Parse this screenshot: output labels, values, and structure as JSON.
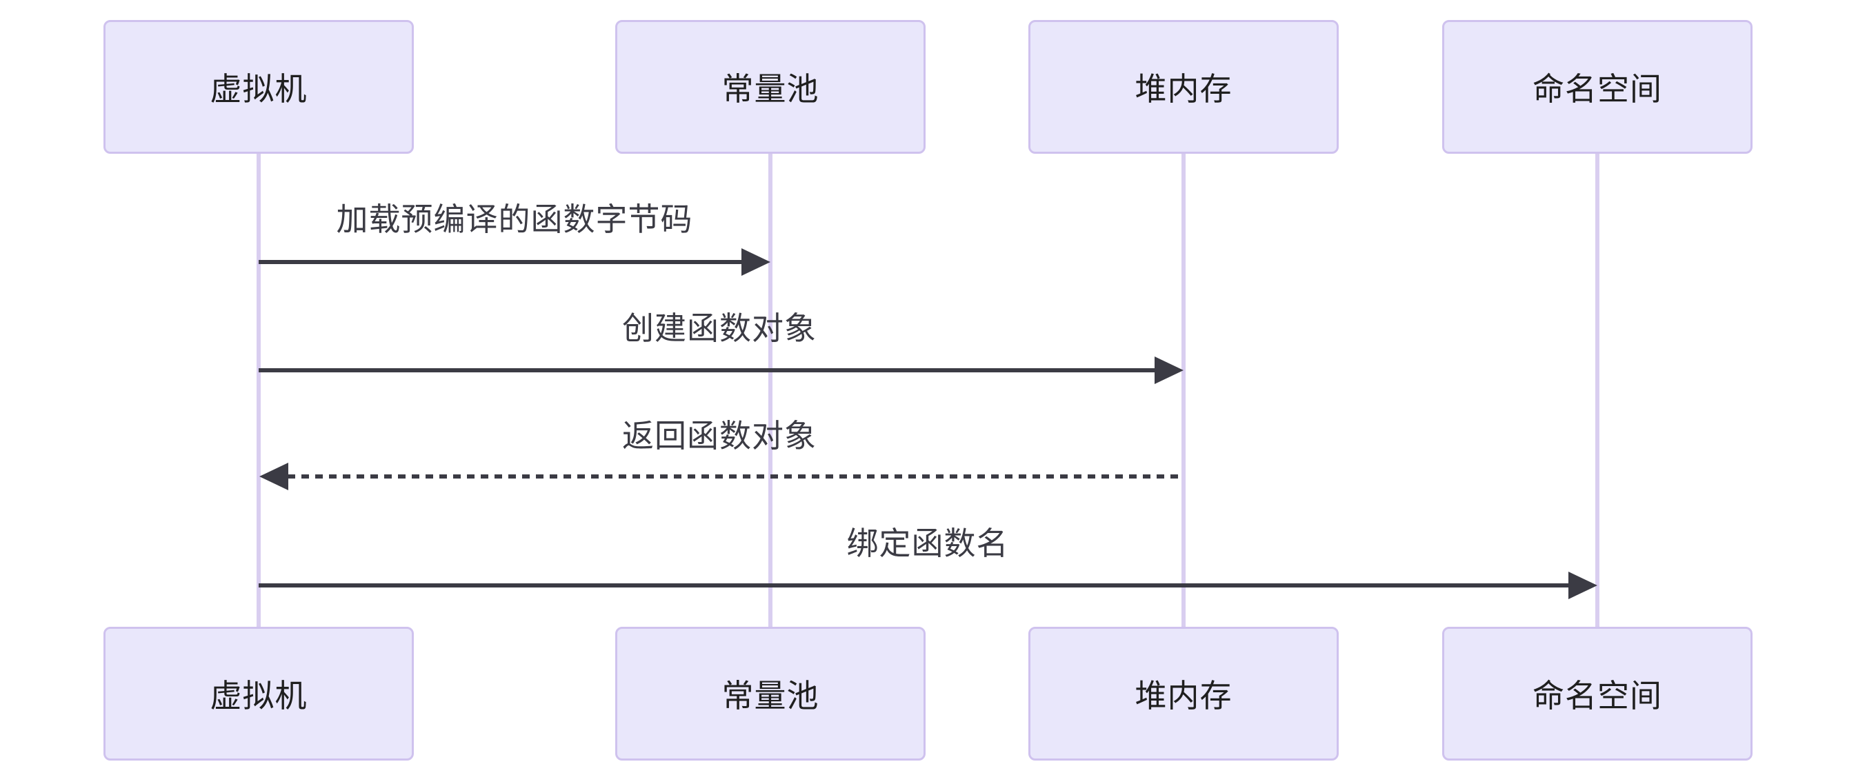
{
  "diagram": {
    "type": "sequence-diagram",
    "background_color": "#ffffff",
    "colors": {
      "actor_fill": "#E9E7FB",
      "actor_border": "#CFC2EE",
      "lifeline": "#D9CEF0",
      "arrow_and_message_text": "#3B3B44",
      "actor_text": "#1F1F1F"
    },
    "actors": [
      {
        "id": "virtual-machine",
        "label": "虚拟机"
      },
      {
        "id": "constant-pool",
        "label": "常量池"
      },
      {
        "id": "heap-memory",
        "label": "堆内存"
      },
      {
        "id": "namespace",
        "label": "命名空间"
      }
    ],
    "messages": [
      {
        "from": "虚拟机",
        "to": "常量池",
        "label": "加载预编译的函数字节码",
        "line_style": "solid",
        "direction": "right"
      },
      {
        "from": "虚拟机",
        "to": "堆内存",
        "label": "创建函数对象",
        "line_style": "solid",
        "direction": "right"
      },
      {
        "from": "堆内存",
        "to": "虚拟机",
        "label": "返回函数对象",
        "line_style": "dashed",
        "direction": "left"
      },
      {
        "from": "虚拟机",
        "to": "命名空间",
        "label": "绑定函数名",
        "line_style": "solid",
        "direction": "right"
      }
    ]
  }
}
